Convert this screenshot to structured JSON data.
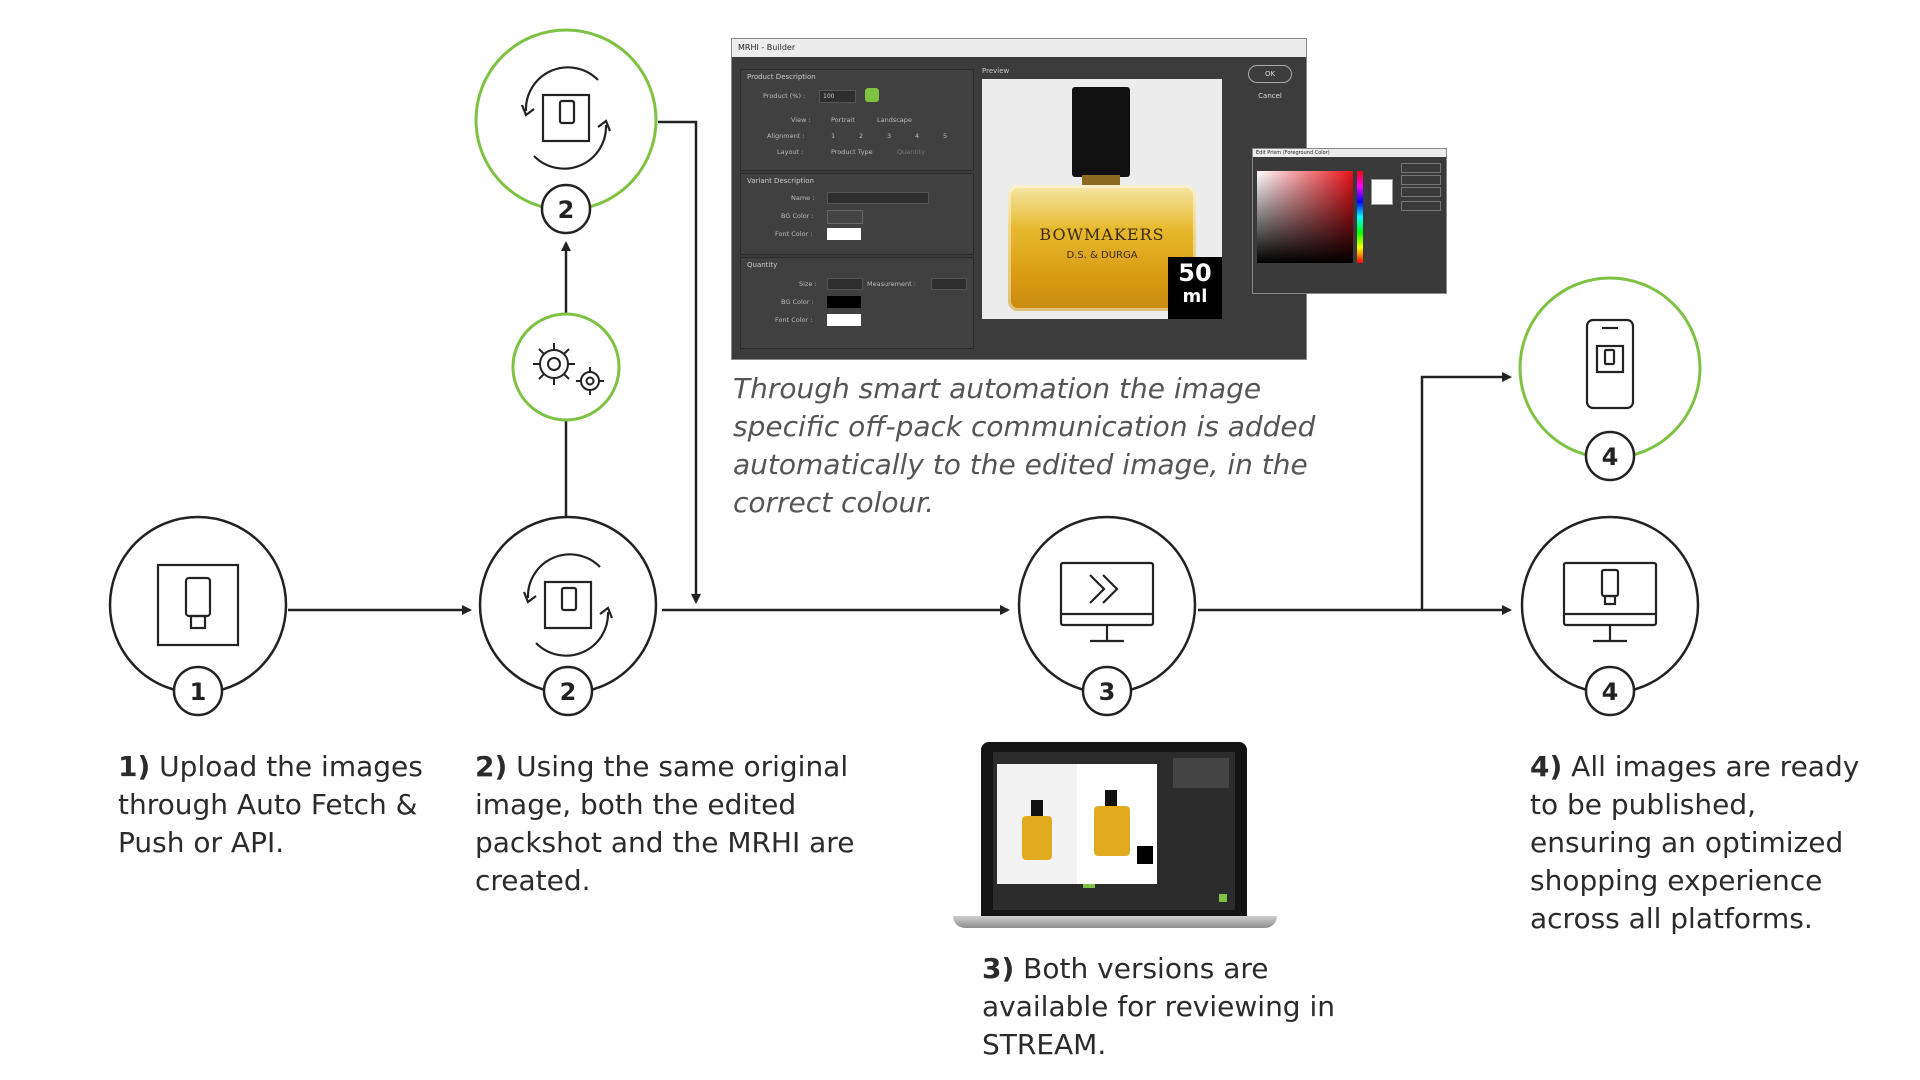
{
  "colors": {
    "accent_green": "#7dc242",
    "line": "#222222",
    "panel_dark": "#3c3c3c"
  },
  "steps": [
    {
      "number": "1",
      "icon": "packshot-icon"
    },
    {
      "number": "2",
      "icon": "refresh-packshot-icon"
    },
    {
      "number": "2",
      "icon": "refresh-packshot-icon"
    },
    {
      "number": "3",
      "icon": "monitor-forward-icon"
    },
    {
      "number": "4",
      "icon": "mobile-phone-icon"
    },
    {
      "number": "4",
      "icon": "monitor-product-icon"
    }
  ],
  "gear_icon": "gears-icon",
  "captions": {
    "step1": {
      "num": "1)",
      "text": " Upload the images through Auto Fetch & Push or API."
    },
    "step2": {
      "num": "2)",
      "text": " Using the same original image, both the edited packshot and the MRHI are created."
    },
    "step3": {
      "num": "3)",
      "text": " Both versions are available for reviewing in STREAM."
    },
    "step4": {
      "num": "4)",
      "text": " All images are ready to be published, ensuring an optimized shopping experience across all platforms."
    }
  },
  "note": "Through smart automation the image specific off-pack communication is added automatically to the edited image, in the correct colour.",
  "builder": {
    "title": "MRHI - Builder",
    "product_description": "Product Description",
    "product_pct_label": "Product (%) :",
    "product_pct_value": "100",
    "view_label": "View :",
    "view_portrait": "Portrait",
    "view_landscape": "Landscape",
    "alignment_label": "Alignment :",
    "alignment_options": [
      "1",
      "2",
      "3",
      "4",
      "5"
    ],
    "layout_label": "Layout :",
    "layout_product_type": "Product Type",
    "layout_quantity": "Quantity",
    "variant_description": "Variant Description",
    "name_label": "Name :",
    "bg_color_label": "BG Color :",
    "font_color_label": "Font Color :",
    "quantity_section": "Quantity",
    "size_label": "Size :",
    "measurement_label": "Measurement :",
    "preview_label": "Preview",
    "ok_label": "OK",
    "cancel_label": "Cancel",
    "brand": "BOWMAKERS",
    "brand_sub": "D.S. & DURGA",
    "badge_value": "50",
    "badge_unit": "ml"
  },
  "picker": {
    "title": "Edit Prism (Foreground Color)"
  }
}
